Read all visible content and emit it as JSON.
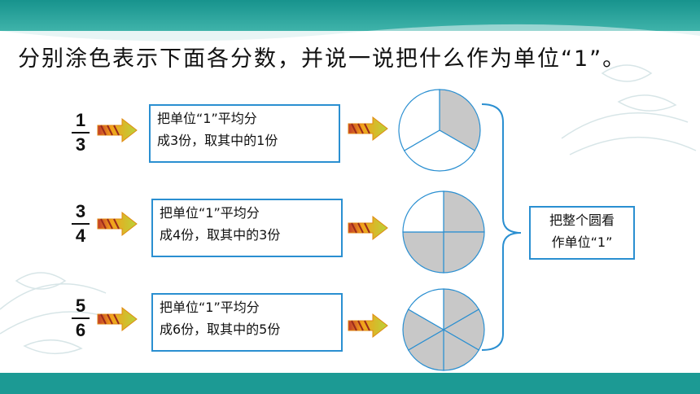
{
  "instruction": "分别涂色表示下面各分数，并说一说把什么作为单位“1”。",
  "rows": [
    {
      "numerator": "1",
      "denominator": "3",
      "box_line1": "把单位“1”平均分",
      "box_line2": "成3份，取其中的1份",
      "parts": 3,
      "shaded": 1
    },
    {
      "numerator": "3",
      "denominator": "4",
      "box_line1": "把单位“1”平均分",
      "box_line2": "成4份，取其中的3份",
      "parts": 4,
      "shaded": 3
    },
    {
      "numerator": "5",
      "denominator": "6",
      "box_line1": "把单位“1”平均分",
      "box_line2": "成6份，取其中的5份",
      "parts": 6,
      "shaded": 5
    }
  ],
  "summary_line1": "把整个圆看",
  "summary_line2": "作单位“1”",
  "colors": {
    "teal": "#1c9a94",
    "box_border": "#2a8fd1",
    "pie_fill": "#c8c8c8",
    "pie_stroke": "#2a8fd1",
    "arrow_orange": "#f4a21a",
    "arrow_green": "#b9d23a"
  }
}
